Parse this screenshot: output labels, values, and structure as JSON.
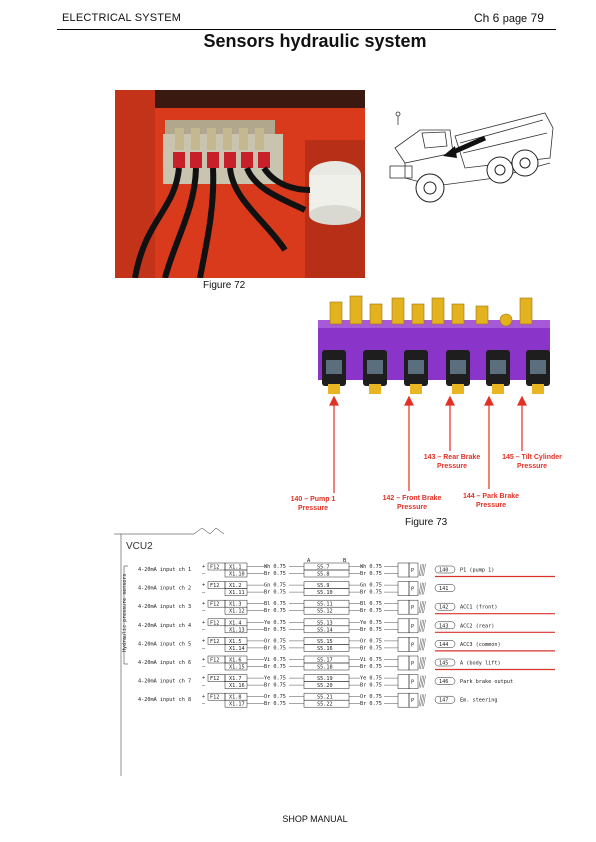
{
  "header": {
    "section": "ELECTRICAL SYSTEM",
    "chapter": "Ch 6",
    "page_word": "page",
    "page_number": "79"
  },
  "title": "Sensors hydraulic system",
  "figure72": {
    "caption": "Figure 72"
  },
  "figure73": {
    "caption": "Figure 73",
    "callouts": [
      {
        "line1": "140 – Pump 1",
        "line2": "Pressure"
      },
      {
        "line1": "142 – Front Brake",
        "line2": "Pressure"
      },
      {
        "line1": "143 – Rear Brake",
        "line2": "Pressure"
      },
      {
        "line1": "144 – Park Brake",
        "line2": "Pressure"
      },
      {
        "line1": "145 – Tilt Cylinder",
        "line2": "Pressure"
      }
    ]
  },
  "schematic": {
    "unit": "VCU2",
    "group_label": "Hydraulic pressure sensors",
    "connector_cols": [
      "A",
      "B"
    ],
    "channels": [
      {
        "input": "4-20mA input ch 1",
        "pin_plus": "X1.1",
        "pin_minus": "X1.10",
        "wire_plus": "Wh 0.75",
        "wire_minus": "Br 0.75",
        "splice_a": "S5.7",
        "splice_b": "S5.8",
        "out_plus": "Wh 0.75",
        "out_minus": "Br 0.75",
        "id": "140",
        "desc": "P1 (pump 1)"
      },
      {
        "input": "4-20mA input ch 2",
        "pin_plus": "X1.2",
        "pin_minus": "X1.11",
        "wire_plus": "Gn 0.75",
        "wire_minus": "Br 0.75",
        "splice_a": "S5.9",
        "splice_b": "S5.10",
        "out_plus": "Gn 0.75",
        "out_minus": "Br 0.75",
        "id": "141",
        "desc": ""
      },
      {
        "input": "4-20mA input ch 3",
        "pin_plus": "X1.3",
        "pin_minus": "X1.12",
        "wire_plus": "Bl 0.75",
        "wire_minus": "Br 0.75",
        "splice_a": "S5.11",
        "splice_b": "S5.12",
        "out_plus": "Bl 0.75",
        "out_minus": "Br 0.75",
        "id": "142",
        "desc": "ACC1 (front)"
      },
      {
        "input": "4-20mA input ch 4",
        "pin_plus": "X1.4",
        "pin_minus": "X1.13",
        "wire_plus": "Ye 0.75",
        "wire_minus": "Br 0.75",
        "splice_a": "S5.13",
        "splice_b": "S5.14",
        "out_plus": "Ye 0.75",
        "out_minus": "Br 0.75",
        "id": "143",
        "desc": "ACC2 (rear)"
      },
      {
        "input": "4-20mA input ch 5",
        "pin_plus": "X1.5",
        "pin_minus": "X1.14",
        "wire_plus": "Or 0.75",
        "wire_minus": "Br 0.75",
        "splice_a": "S5.15",
        "splice_b": "S5.16",
        "out_plus": "Or 0.75",
        "out_minus": "Br 0.75",
        "id": "144",
        "desc": "ACC3 (common)"
      },
      {
        "input": "4-20mA input ch 6",
        "pin_plus": "X1.6",
        "pin_minus": "X1.15",
        "wire_plus": "Vi 0.75",
        "wire_minus": "Br 0.75",
        "splice_a": "S5.17",
        "splice_b": "S5.18",
        "out_plus": "Vi 0.75",
        "out_minus": "Br 0.75",
        "id": "145",
        "desc": "A (body lift)"
      },
      {
        "input": "4-20mA input ch 7",
        "pin_plus": "X1.7",
        "pin_minus": "X1.16",
        "wire_plus": "Ye 0.75",
        "wire_minus": "Br 0.75",
        "splice_a": "S5.19",
        "splice_b": "S5.20",
        "out_plus": "Ye 0.75",
        "out_minus": "Br 0.75",
        "id": "146",
        "desc": "Park brake output"
      },
      {
        "input": "4-20mA input ch 8",
        "pin_plus": "X1.8",
        "pin_minus": "X1.17",
        "wire_plus": "Or 0.75",
        "wire_minus": "Br 0.75",
        "splice_a": "S5.21",
        "splice_b": "S5.22",
        "out_plus": "Or 0.75",
        "out_minus": "Br 0.75",
        "id": "147",
        "desc": "Em. steering"
      }
    ],
    "fuse": "F12",
    "plug_label": "P",
    "highlight_color": "#d9332b"
  },
  "footer": "SHOP MANUAL"
}
